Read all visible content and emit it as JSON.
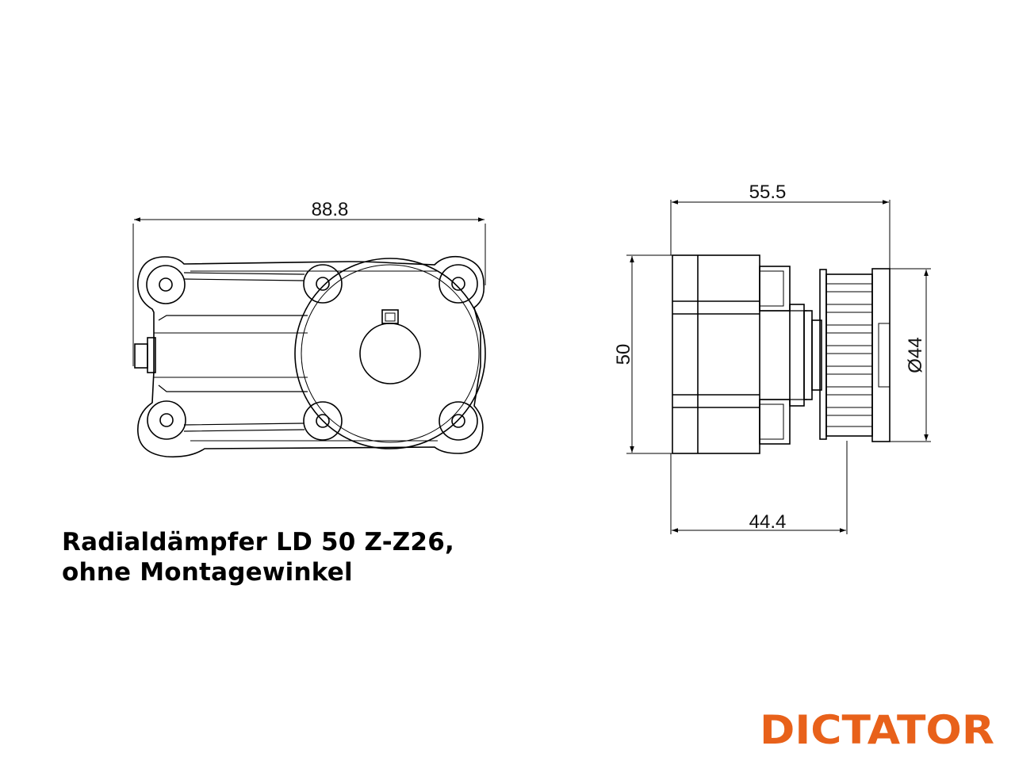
{
  "dimensions": {
    "front_width": "88.8",
    "side_length": "55.5",
    "side_height": "50",
    "pulley_diameter": "Ø44",
    "pulley_offset": "44.4"
  },
  "title": {
    "line1": "Radialdämpfer LD 50 Z-Z26,",
    "line2": "ohne Montagewinkel"
  },
  "logo": {
    "text": "DICTATOR",
    "color": "#e8611a"
  }
}
